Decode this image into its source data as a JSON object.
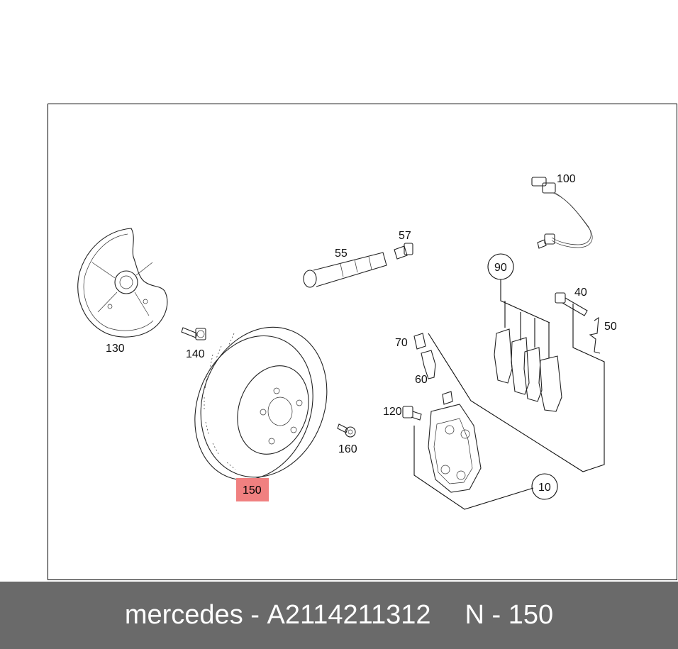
{
  "diagram": {
    "callouts": {
      "p100": "100",
      "p57": "57",
      "p55": "55",
      "p90": "90",
      "p40": "40",
      "p50": "50",
      "p130": "130",
      "p140": "140",
      "p70": "70",
      "p60": "60",
      "p120": "120",
      "p160": "160",
      "p10": "10",
      "p150": "150"
    },
    "highlight_color": "#f08080"
  },
  "footer": {
    "brand": "mercedes",
    "separator": "-",
    "part_number": "A2114211312",
    "ref_prefix": "N",
    "ref_separator": "-",
    "ref_number": "150"
  }
}
